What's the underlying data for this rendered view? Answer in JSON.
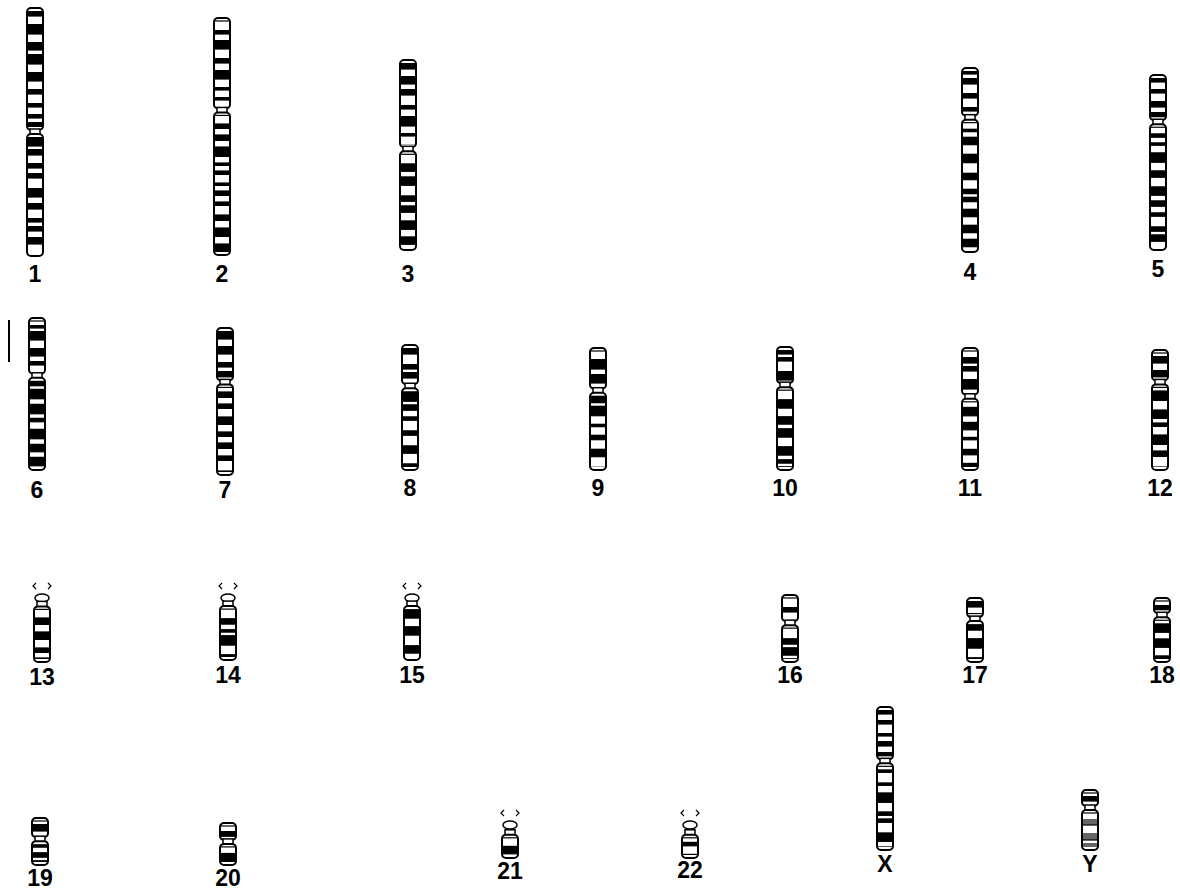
{
  "diagram": {
    "labels": [
      "1",
      "2",
      "3",
      "4",
      "5",
      "6",
      "7",
      "8",
      "9",
      "10",
      "11",
      "12",
      "13",
      "14",
      "15",
      "16",
      "17",
      "18",
      "19",
      "20",
      "21",
      "22",
      "X",
      "Y"
    ]
  }
}
